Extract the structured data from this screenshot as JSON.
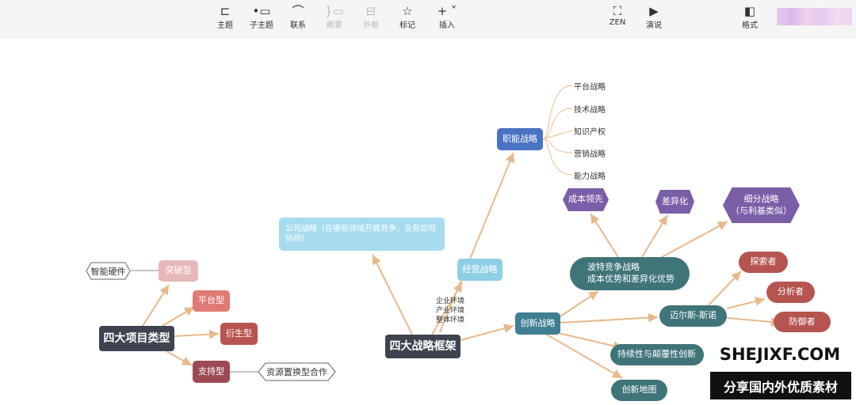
{
  "toolbar": {
    "items": [
      {
        "label": "主题",
        "icon": "topic-icon"
      },
      {
        "label": "子主题",
        "icon": "subtopic-icon"
      },
      {
        "label": "联系",
        "icon": "relation-icon"
      },
      {
        "label": "概要",
        "icon": "summary-icon"
      },
      {
        "label": "外框",
        "icon": "boundary-icon"
      },
      {
        "label": "标记",
        "icon": "star-icon"
      },
      {
        "label": "插入",
        "icon": "plus-icon"
      }
    ],
    "zen": "ZEN",
    "present": "演说",
    "format": "格式"
  },
  "left": {
    "root": "四大项目类型",
    "breakthrough": "突破型",
    "platform": "平台型",
    "derivative": "衍生型",
    "support": "支持型",
    "smart_hw": "智能硬件",
    "resource": "资源置换型合作"
  },
  "right": {
    "root": "四大战略框架",
    "corporate": "公司战略（在哪些领域开展竞争，业务如何协同）",
    "business": "经营战略",
    "env": [
      "企业环境",
      "产业环境",
      "整体环境"
    ],
    "functional": "职能战略",
    "functional_items": [
      "平台战略",
      "技术战略",
      "知识产权",
      "营销战略",
      "能力战略"
    ],
    "innovation": "创新战略",
    "porter": [
      "波特竞争战略",
      "成本优势和差异化优势"
    ],
    "cost": "成本领先",
    "diff": "差异化",
    "segment": [
      "细分战略",
      "（与利基类似）"
    ],
    "miles": "迈尔斯-斯诺",
    "explorer": "探索者",
    "analyzer": "分析者",
    "defender": "防御者",
    "sustain": "持续性与颠覆性创新",
    "map": "创新地图"
  },
  "watermark": {
    "site": "SHEJIXF.COM",
    "slogan": "分享国内外优质素材"
  },
  "colors": {
    "root": "#3d4450",
    "connector": "#e8b98a",
    "purple": "#7b5ea8",
    "teal": "#3f7479",
    "red": "#b65450"
  }
}
